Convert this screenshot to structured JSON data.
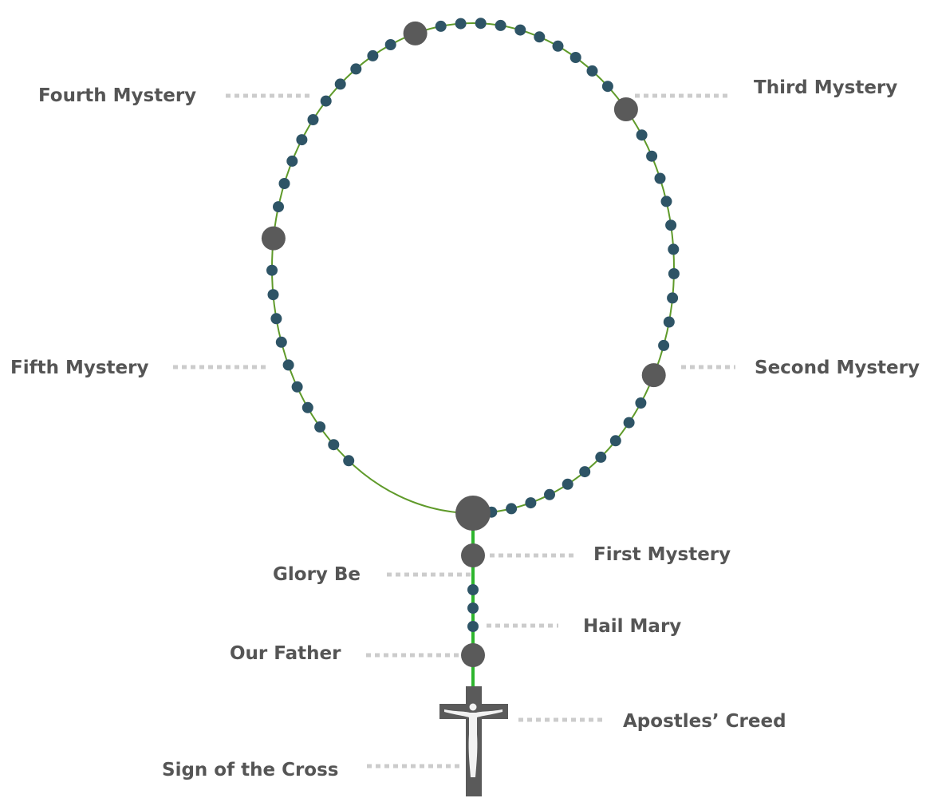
{
  "labels": {
    "fourth_mystery": "Fourth Mystery",
    "third_mystery": "Third Mystery",
    "fifth_mystery": "Fifth Mystery",
    "second_mystery": "Second Mystery",
    "first_mystery": "First Mystery",
    "glory_be": "Glory Be",
    "hail_mary": "Hail Mary",
    "our_father": "Our Father",
    "apostles_creed": "Apostles’ Creed",
    "sign_of_cross": "Sign of the Cross"
  },
  "colors": {
    "small_bead": "#2e5466",
    "large_bead": "#5a5a5a",
    "loop_cord": "#5f9a2a",
    "pendant_cord": "#2db52d",
    "leader_line": "#cccccc",
    "label_text": "#555555",
    "cross": "#5a5a5a",
    "corpus": "#f2f2f2"
  },
  "counts": {
    "decades": 5,
    "beads_per_decade": 10,
    "pendant_hail_marys": 3
  }
}
